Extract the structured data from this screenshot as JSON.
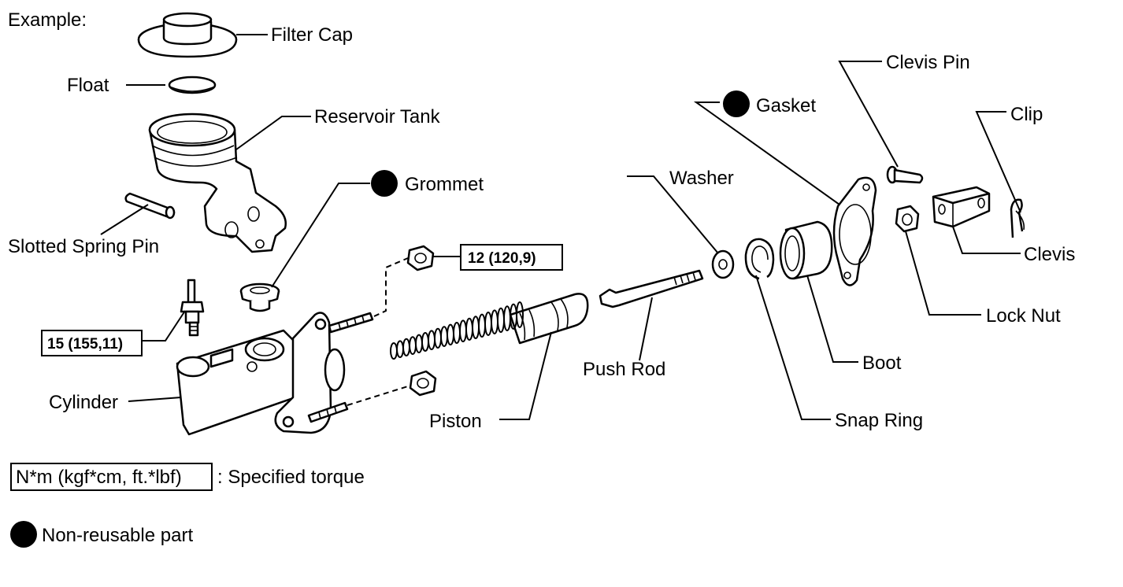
{
  "example_label": "Example:",
  "labels": {
    "filter_cap": "Filter Cap",
    "float": "Float",
    "reservoir_tank": "Reservoir Tank",
    "slotted_spring_pin": "Slotted Spring Pin",
    "grommet": "Grommet",
    "cylinder": "Cylinder",
    "piston": "Piston",
    "push_rod": "Push Rod",
    "washer": "Washer",
    "gasket": "Gasket",
    "snap_ring": "Snap Ring",
    "boot": "Boot",
    "clevis_pin": "Clevis Pin",
    "clip": "Clip",
    "clevis": "Clevis",
    "lock_nut": "Lock Nut"
  },
  "torques": {
    "union": "15 (155,11)",
    "nut": "12 (120,9)"
  },
  "non_reusable_parts": [
    "Grommet",
    "Gasket"
  ],
  "legend": {
    "torque_box": "N*m (kgf*cm, ft.*lbf)",
    "torque_text": ": Specified torque",
    "non_reusable_text": "Non-reusable part"
  }
}
